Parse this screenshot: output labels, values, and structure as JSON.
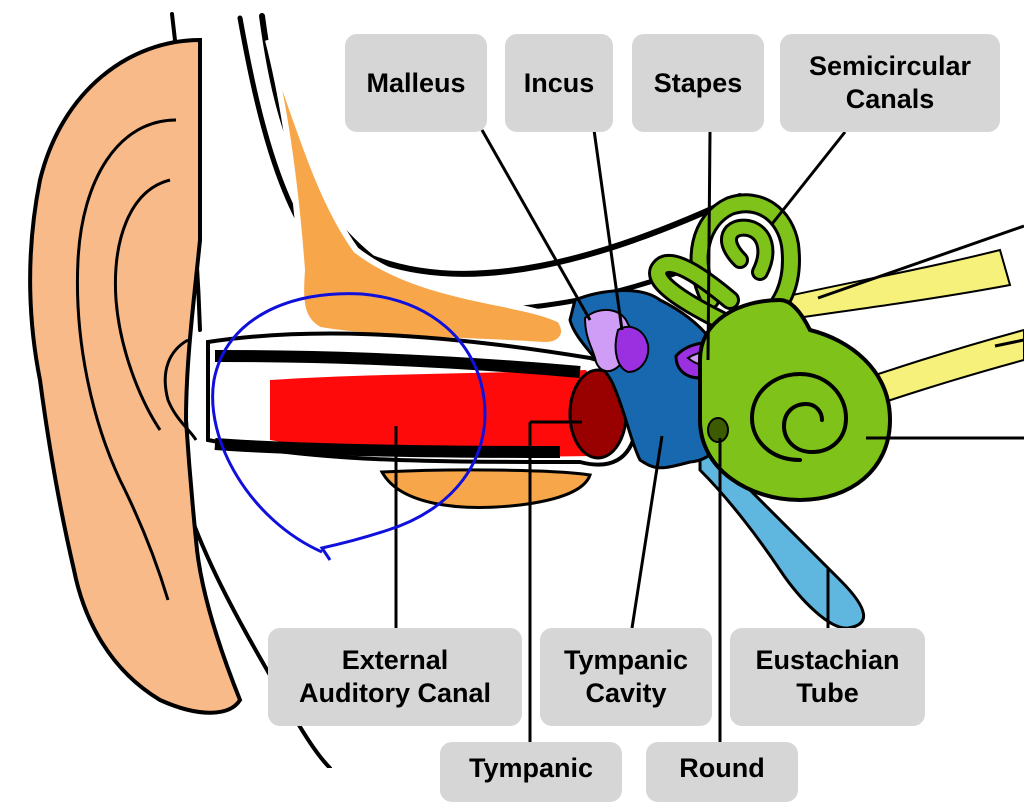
{
  "labels": {
    "malleus": "Malleus",
    "incus": "Incus",
    "stapes": "Stapes",
    "semicircular_canals": "Semicircular\nCanals",
    "external_auditory_canal": "External\nAuditory Canal",
    "tympanic_cavity": "Tympanic\nCavity",
    "eustachian_tube": "Eustachian\nTube",
    "tympanic_membrane_partial": "Tympanic",
    "round_window_partial": "Round"
  },
  "colors": {
    "outer_ear": "#f9ba8a",
    "cartilage": "#f7a64a",
    "canal": "#ff0a0a",
    "eardrum": "#990000",
    "middle_ear": "#1868b0",
    "eustachian": "#5fb6df",
    "ossicle_light": "#cf9df5",
    "ossicle_dark": "#9b30e0",
    "inner_ear": "#7ec21a",
    "nerve": "#f5f17a",
    "label_box": "#d6d6d6",
    "annotation_circle": "#1010dd"
  }
}
